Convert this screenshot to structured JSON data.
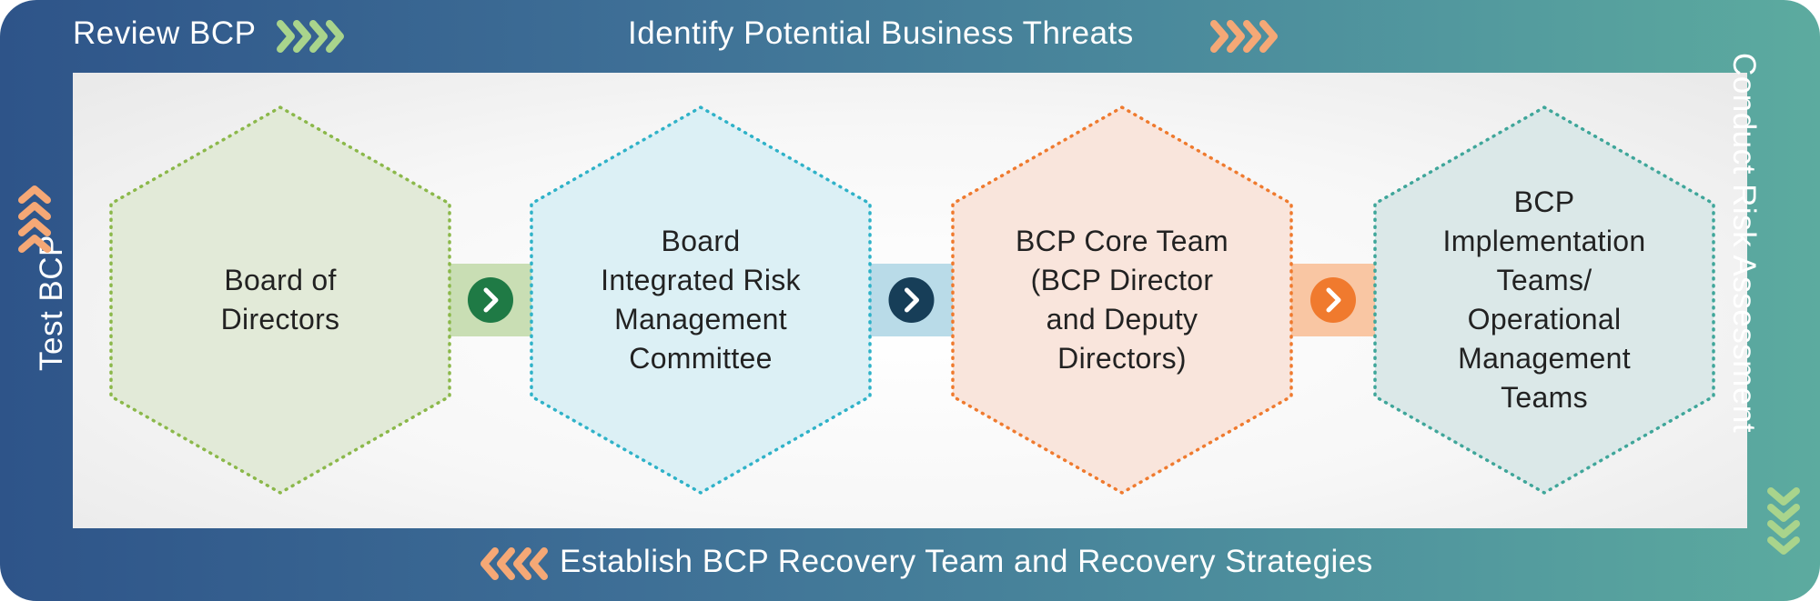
{
  "border": {
    "top_left_label": "Review BCP",
    "top_center_label": "Identify Potential Business Threats",
    "right_label": "Conduct Risk Assessment",
    "bottom_label": "Establish BCP Recovery Team and Recovery Strategies",
    "left_label": "Test BCP"
  },
  "stages": [
    {
      "lines": [
        "Board of",
        "Directors"
      ],
      "color": "#8bb84a",
      "fill": "#e2ead8"
    },
    {
      "lines": [
        "Board",
        "Integrated Risk",
        "Management",
        "Committee"
      ],
      "color": "#2fb2c8",
      "fill": "#dcf0f5"
    },
    {
      "lines": [
        "BCP Core Team",
        "(BCP Director",
        "and Deputy",
        "Directors)"
      ],
      "color": "#ef7a2e",
      "fill": "#f9e5dc"
    },
    {
      "lines": [
        "BCP",
        "Implementation",
        "Teams/",
        "Operational",
        "Management",
        "Teams"
      ],
      "color": "#3fa69a",
      "fill": "#dbe8e8"
    }
  ],
  "connectors": [
    {
      "band": "#c9deb4",
      "circle": "#1f7a45"
    },
    {
      "band": "#b9dbe8",
      "circle": "#173e58"
    },
    {
      "band": "#f9c6a3",
      "circle": "#f07a2e"
    }
  ],
  "chevron_colors": {
    "green": "#a9d48c",
    "orange": "#f5a876"
  }
}
